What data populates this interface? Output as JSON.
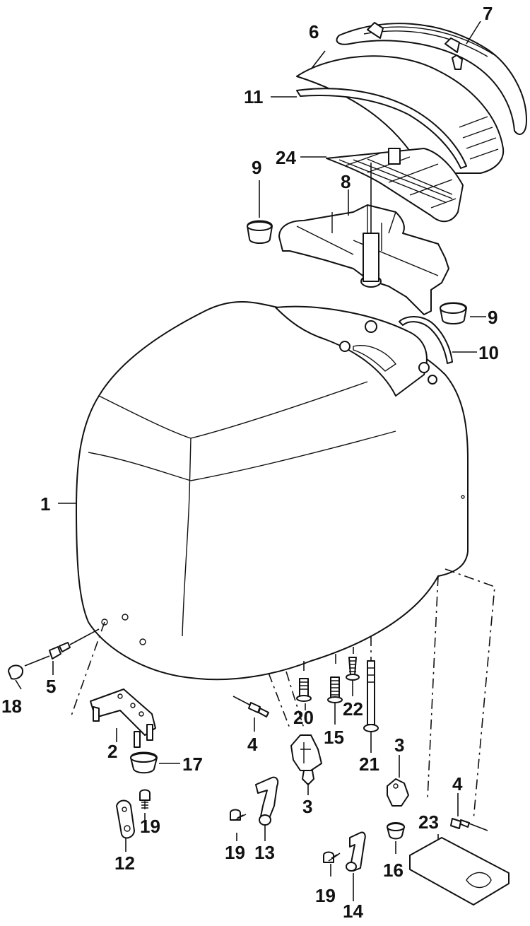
{
  "callouts": [
    {
      "id": "c1",
      "text": "1"
    },
    {
      "id": "c2",
      "text": "2"
    },
    {
      "id": "c3a",
      "text": "3"
    },
    {
      "id": "c3b",
      "text": "3"
    },
    {
      "id": "c4a",
      "text": "4"
    },
    {
      "id": "c4b",
      "text": "4"
    },
    {
      "id": "c5",
      "text": "5"
    },
    {
      "id": "c6",
      "text": "6"
    },
    {
      "id": "c7",
      "text": "7"
    },
    {
      "id": "c8",
      "text": "8"
    },
    {
      "id": "c9a",
      "text": "9"
    },
    {
      "id": "c9b",
      "text": "9"
    },
    {
      "id": "c10",
      "text": "10"
    },
    {
      "id": "c11",
      "text": "11"
    },
    {
      "id": "c12",
      "text": "12"
    },
    {
      "id": "c13",
      "text": "13"
    },
    {
      "id": "c14",
      "text": "14"
    },
    {
      "id": "c15",
      "text": "15"
    },
    {
      "id": "c16",
      "text": "16"
    },
    {
      "id": "c17",
      "text": "17"
    },
    {
      "id": "c18",
      "text": "18"
    },
    {
      "id": "c19a",
      "text": "19"
    },
    {
      "id": "c19b",
      "text": "19"
    },
    {
      "id": "c19c",
      "text": "19"
    },
    {
      "id": "c20",
      "text": "20"
    },
    {
      "id": "c21",
      "text": "21"
    },
    {
      "id": "c22",
      "text": "22"
    },
    {
      "id": "c23",
      "text": "23"
    },
    {
      "id": "c24",
      "text": "24"
    }
  ]
}
